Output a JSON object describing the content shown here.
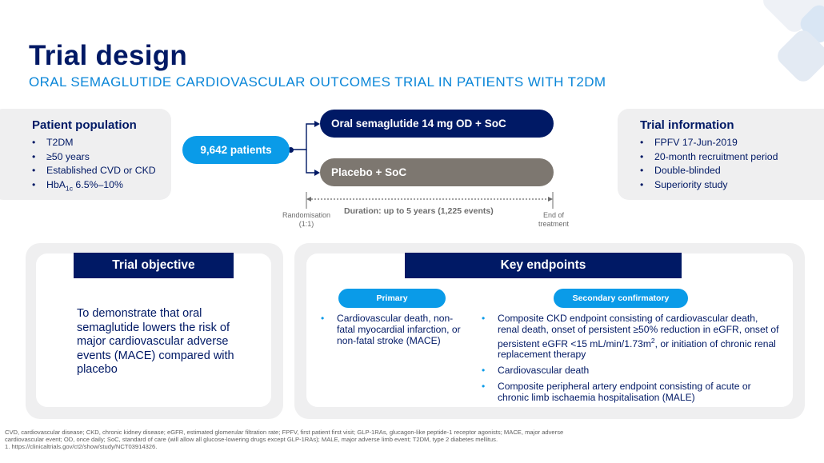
{
  "title": "Trial design",
  "subtitle": "ORAL SEMAGLUTIDE CARDIOVASCULAR OUTCOMES TRIAL IN PATIENTS WITH T2DM",
  "patient_population": {
    "title": "Patient population",
    "items": [
      "T2DM",
      "≥50 years",
      "Established CVD or CKD"
    ],
    "hba1c_prefix": "HbA",
    "hba1c_sub": "1c",
    "hba1c_suffix": " 6.5%–10%"
  },
  "trial_information": {
    "title": "Trial information",
    "items": [
      "FPFV 17-Jun-2019",
      "20-month recruitment period",
      "Double-blinded",
      "Superiority study"
    ]
  },
  "design": {
    "patients": "9,642 patients",
    "arm_active": "Oral semaglutide 14 mg OD + SoC",
    "arm_placebo": "Placebo + SoC",
    "randomisation_line1": "Randomisation",
    "randomisation_line2": "(1:1)",
    "duration": "Duration: up to 5 years (1,225 events)",
    "end_line1": "End of",
    "end_line2": "treatment"
  },
  "objective": {
    "title": "Trial objective",
    "text": "To demonstrate that oral semaglutide lowers the risk of major cardiovascular adverse events (MACE) compared with placebo"
  },
  "endpoints": {
    "title": "Key endpoints",
    "primary_label": "Primary",
    "primary_items": [
      "Cardiovascular death, non-fatal myocardial infarction, or non-fatal stroke (MACE)"
    ],
    "secondary_label": "Secondary confirmatory",
    "secondary_first_a": "Composite CKD endpoint consisting of cardiovascular death, renal death, onset of persistent ≥50% reduction in eGFR, onset of persistent eGFR <15 mL/min/1.73m",
    "secondary_first_sup": "2",
    "secondary_first_b": ", or initiation of chronic renal replacement therapy",
    "secondary_items": [
      "Cardiovascular death",
      "Composite peripheral artery endpoint consisting of acute or chronic limb ischaemia hospitalisation (MALE)"
    ]
  },
  "footnote": {
    "line1": "CVD, cardiovascular disease; CKD, chronic kidney disease; eGFR, estimated glomerular filtration rate; FPFV, first patient first visit; GLP-1RAs, glucagon-like peptide-1 receptor agonists; MACE, major adverse",
    "line2": "cardiovascular event; OD, once daily; SoC, standard of care (will allow all glucose-lowering drugs except GLP-1RAs); MALE, major adverse limb event; T2DM, type 2 diabetes mellitus.",
    "line3": "1. https://clinicaltrials.gov/ct2/show/study/NCT03914326."
  },
  "colors": {
    "navy": "#001965",
    "accent_blue": "#0a9be8",
    "subtitle_blue": "#0a86d8",
    "placebo_grey": "#7d7770",
    "card_grey": "#efeff0"
  }
}
